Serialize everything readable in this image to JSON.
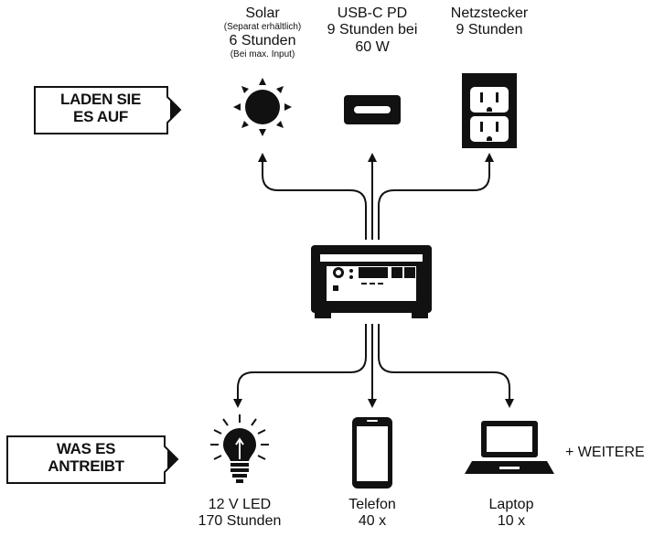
{
  "charge": {
    "callout_line1": "LADEN SIE",
    "callout_line2": "ES AUF",
    "solar": {
      "title": "Solar",
      "note": "(Separat erhältlich)",
      "time": "6 Stunden",
      "footnote": "(Bei max. Input)"
    },
    "usbc": {
      "line1": "USB-C PD",
      "line2": "9 Stunden bei",
      "line3": "60 W"
    },
    "wall": {
      "line1": "Netzstecker",
      "line2": "9 Stunden"
    }
  },
  "power": {
    "callout_line1": "WAS ES",
    "callout_line2": "ANTREIBT",
    "led": {
      "line1": "12 V LED",
      "line2": "170 Stunden"
    },
    "phone": {
      "line1": "Telefon",
      "line2": "40 x"
    },
    "laptop": {
      "line1": "Laptop",
      "line2": "10 x"
    },
    "more": "+ WEITERE"
  },
  "icons": {
    "top": [
      "sun-icon",
      "usb-c-port-icon",
      "wall-outlet-icon"
    ],
    "center": "power-station-icon",
    "bottom": [
      "light-bulb-icon",
      "smartphone-icon",
      "laptop-icon"
    ]
  }
}
